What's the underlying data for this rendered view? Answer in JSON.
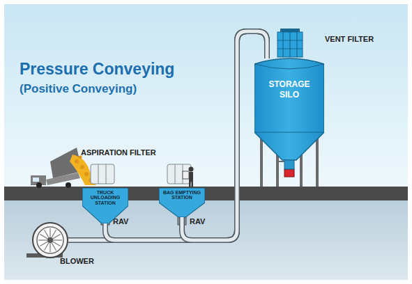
{
  "diagram": {
    "title": "Pressure Conveying",
    "caption": "(Positive Conveying)",
    "nodes": [
      {
        "text": [
          "TRUCK UNLOADING STATION"
        ]
      },
      {
        "text": [
          "BAG EMPTYING STATION"
        ]
      },
      {
        "text": [
          "STORAGE SILO"
        ]
      },
      {
        "text": [
          "BLOWER"
        ]
      }
    ],
    "edges": [
      {
        "from": 3,
        "to": 2,
        "arrow": "none"
      },
      {
        "from": 0,
        "to": 2,
        "arrow": "none"
      },
      {
        "from": 1,
        "to": 2,
        "arrow": "none"
      }
    ],
    "labels": [
      "VENT FILTER",
      "ASPIRATION FILTER",
      "RAV",
      "RAV"
    ]
  }
}
